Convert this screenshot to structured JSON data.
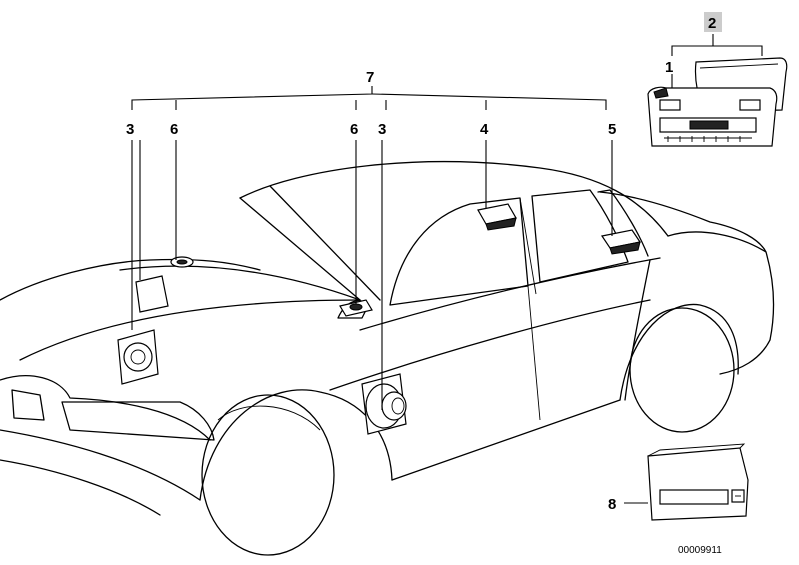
{
  "callouts": {
    "c1": "1",
    "c2": "2",
    "c3a": "3",
    "c3b": "3",
    "c4": "4",
    "c5": "5",
    "c6a": "6",
    "c6b": "6",
    "c7": "7",
    "c8": "8"
  },
  "document_number": "00009911",
  "colors": {
    "line": "#000000",
    "background": "#ffffff",
    "highlight_box": "#cccccc"
  }
}
